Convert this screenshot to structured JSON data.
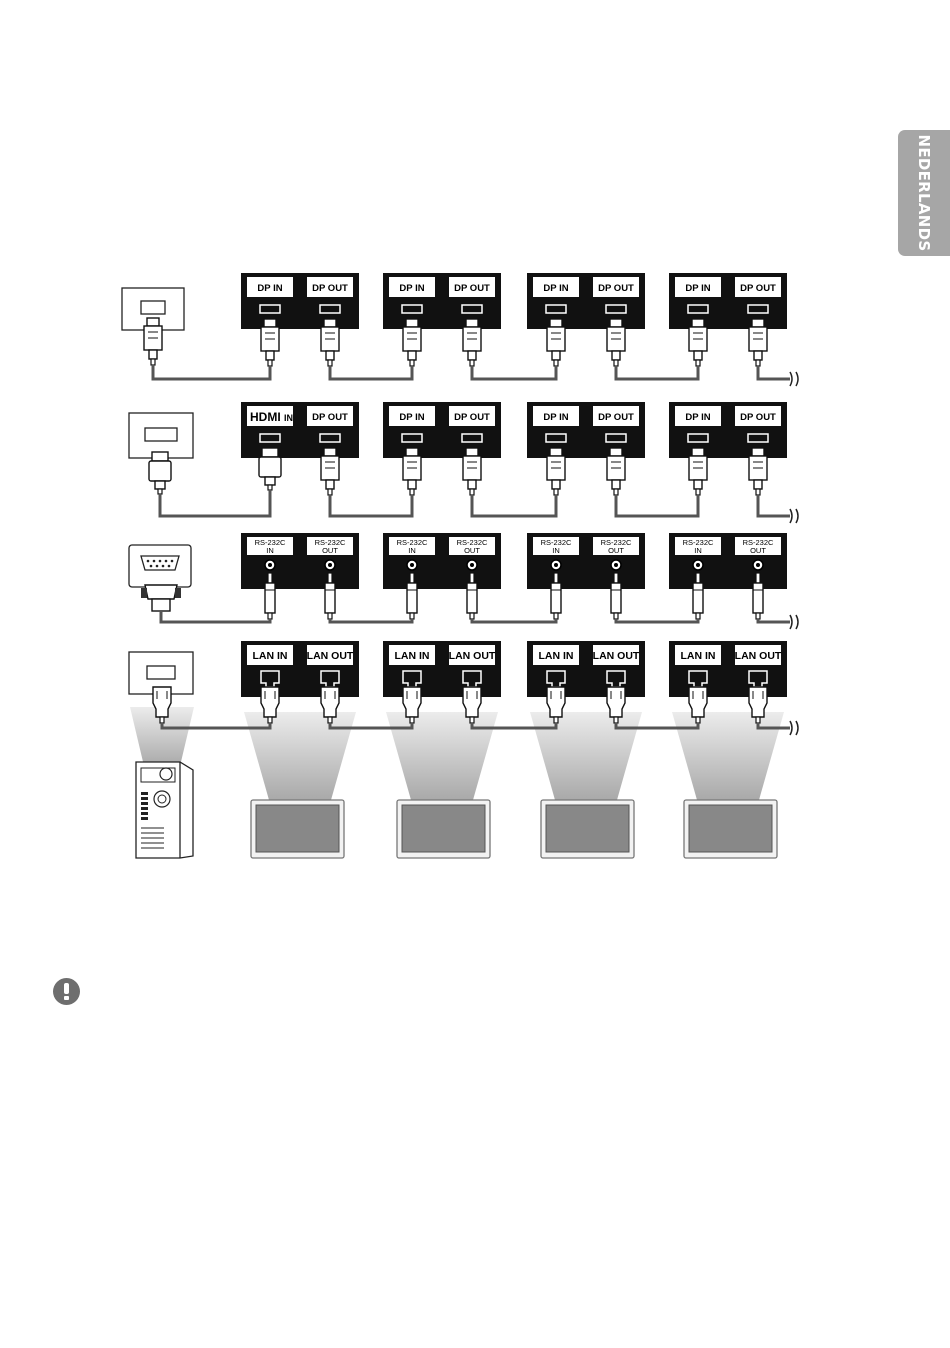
{
  "side_tab": {
    "label": "NEDERLANDS"
  },
  "icons": {
    "note": "exclamation-icon"
  },
  "rows": [
    {
      "kind": "dp",
      "ports": [
        [
          "DP IN",
          "DP OUT"
        ],
        [
          "DP IN",
          "DP OUT"
        ],
        [
          "DP IN",
          "DP OUT"
        ],
        [
          "DP IN",
          "DP OUT"
        ]
      ]
    },
    {
      "kind": "hdmi",
      "ports": [
        [
          "IN",
          "DP OUT"
        ],
        [
          "DP IN",
          "DP OUT"
        ],
        [
          "DP IN",
          "DP OUT"
        ],
        [
          "DP IN",
          "DP OUT"
        ]
      ]
    },
    {
      "kind": "rs232",
      "ports": [
        [
          "RS-232C|IN",
          "RS-232C|OUT"
        ],
        [
          "RS-232C|IN",
          "RS-232C|OUT"
        ],
        [
          "RS-232C|IN",
          "RS-232C|OUT"
        ],
        [
          "RS-232C|IN",
          "RS-232C|OUT"
        ]
      ]
    },
    {
      "kind": "lan",
      "ports": [
        [
          "LAN IN",
          "LAN OUT"
        ],
        [
          "LAN IN",
          "LAN OUT"
        ],
        [
          "LAN IN",
          "LAN OUT"
        ],
        [
          "LAN IN",
          "LAN OUT"
        ]
      ]
    }
  ],
  "hdmi_logo_text": "HDMI",
  "monitor_count": 4
}
